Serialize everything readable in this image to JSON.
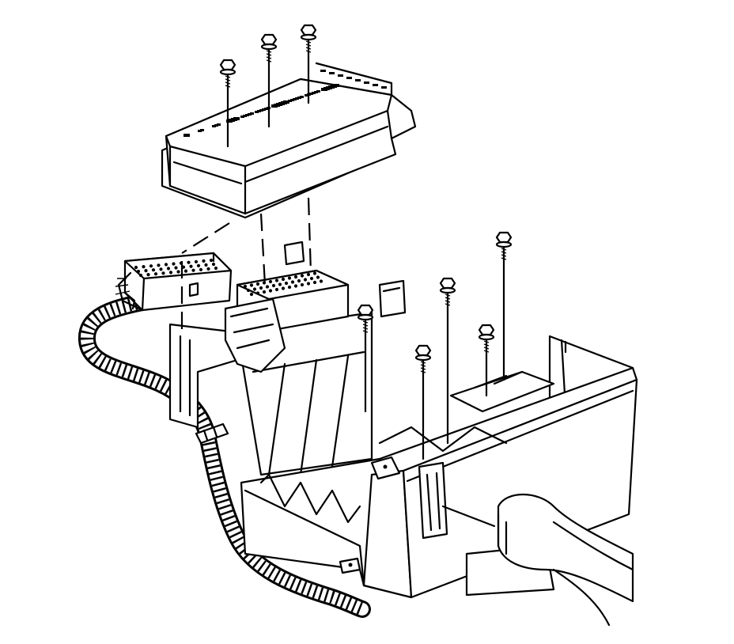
{
  "diagram": {
    "subject": "fuse-block-assembly-exploded-view",
    "callouts": [],
    "colors": {
      "line": "#000000",
      "background": "#ffffff"
    },
    "parts": [
      {
        "name": "fuse-block-cover"
      },
      {
        "name": "wiring-harness-connector-left"
      },
      {
        "name": "wiring-harness-connector-center"
      },
      {
        "name": "fuse-block-tray"
      },
      {
        "name": "corrugated-harness-conduit"
      },
      {
        "name": "mounting-bolt",
        "count": 8
      },
      {
        "name": "retaining-clip"
      }
    ]
  }
}
